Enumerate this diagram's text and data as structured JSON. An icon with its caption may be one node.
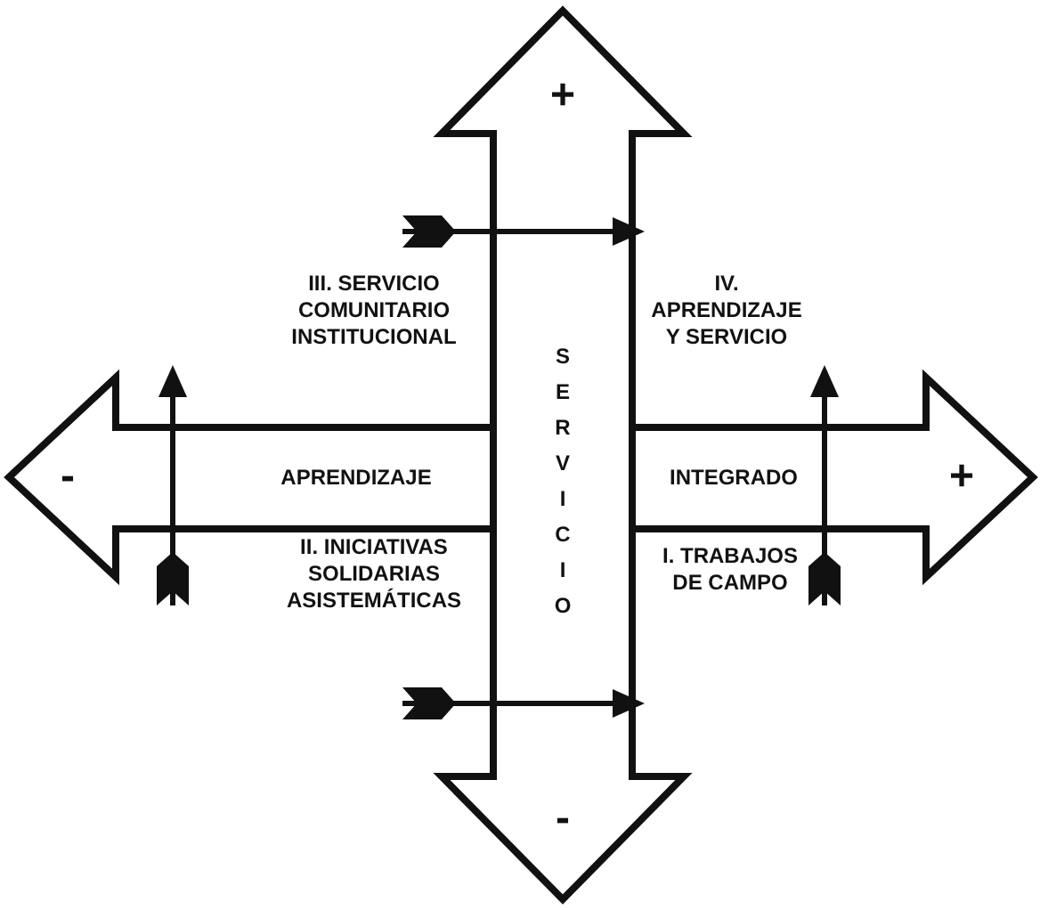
{
  "diagram": {
    "labels": [
      "+",
      "III. SERVICIO COMUNITARIO INSTITUCIONAL",
      "SERVICIO",
      "IV. APRENDIZAJE Y SERVICIO",
      "-",
      "APRENDIZAJE",
      "INTEGRADO",
      "+",
      "II. INICIATIVAS SOLIDARIAS ASISTEMÁTICAS",
      "I. TRABAJOS DE CAMPO",
      "-"
    ]
  }
}
